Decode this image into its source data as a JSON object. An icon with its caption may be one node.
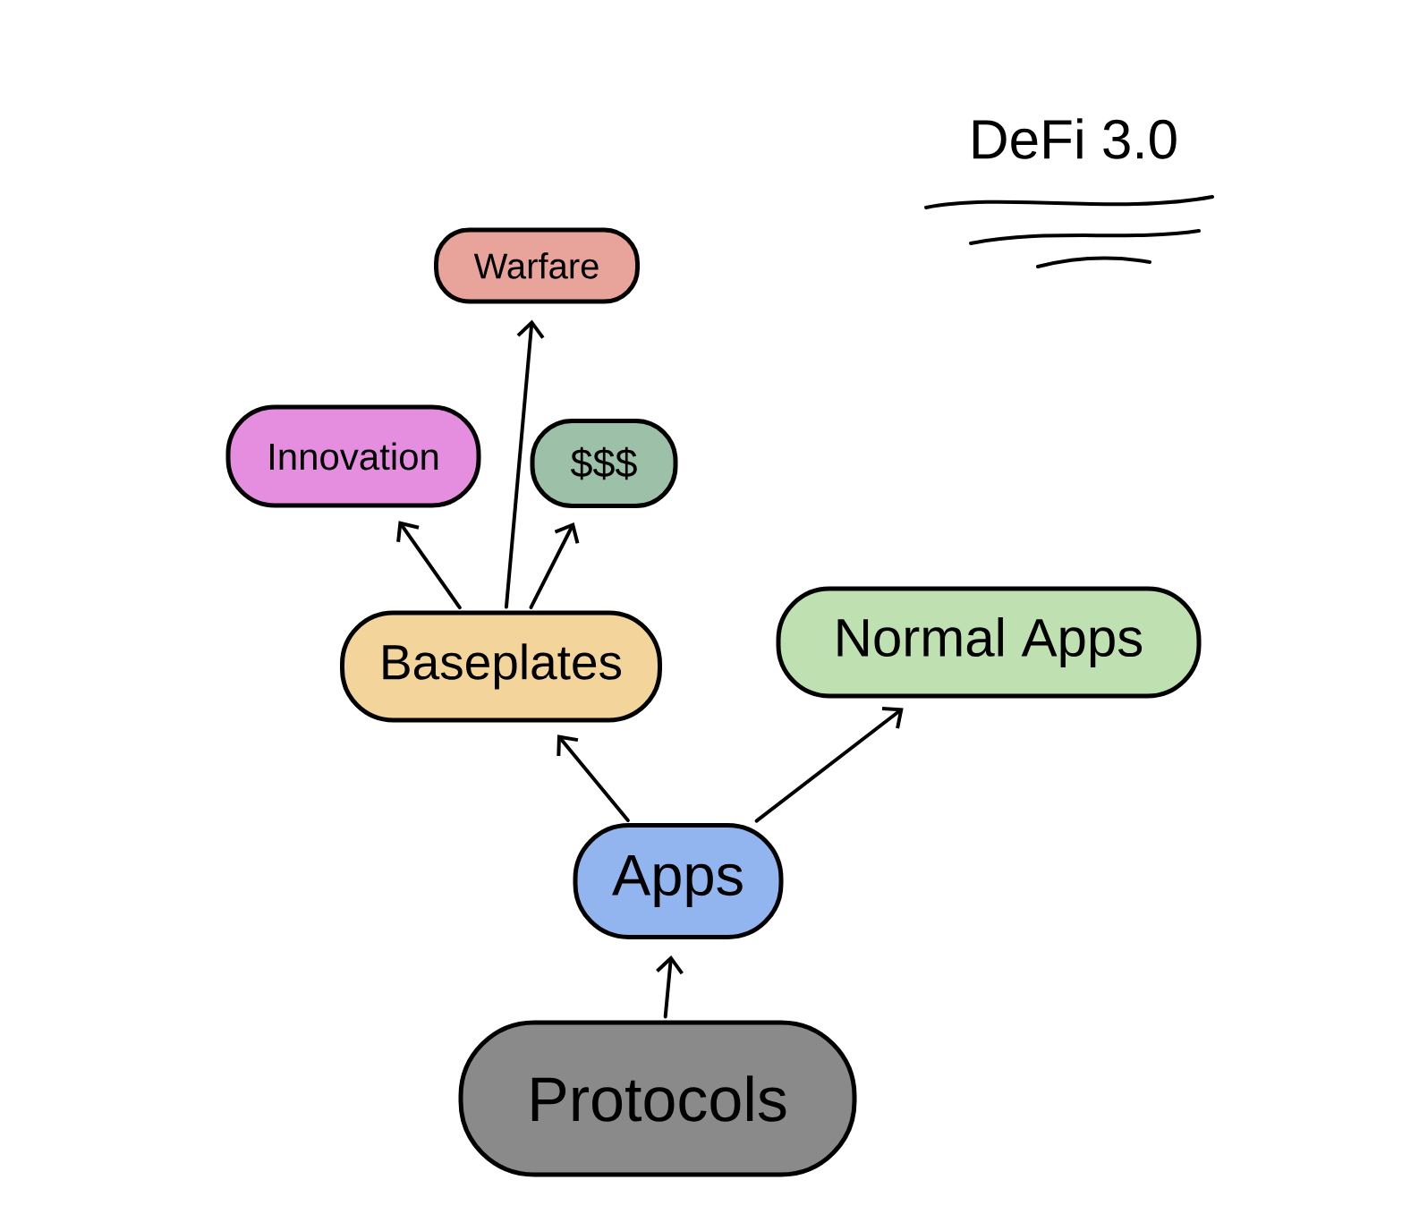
{
  "diagram": {
    "title": "DeFi 3.0",
    "nodes": [
      {
        "text": [
          "Warfare"
        ]
      },
      {
        "text": [
          "Innovation"
        ]
      },
      {
        "text": [
          "$$$"
        ]
      },
      {
        "text": [
          "Baseplates"
        ]
      },
      {
        "text": [
          "Normal Apps"
        ]
      },
      {
        "text": [
          "Apps"
        ]
      },
      {
        "text": [
          "Protocols"
        ]
      }
    ],
    "edges": [
      {
        "from": 3,
        "to": 1,
        "arrow": "to"
      },
      {
        "from": 3,
        "to": 0,
        "arrow": "to"
      },
      {
        "from": 3,
        "to": 2,
        "arrow": "to"
      },
      {
        "from": 5,
        "to": 3,
        "arrow": "to"
      },
      {
        "from": 5,
        "to": 4,
        "arrow": "to"
      },
      {
        "from": 6,
        "to": 5,
        "arrow": "to"
      }
    ]
  }
}
